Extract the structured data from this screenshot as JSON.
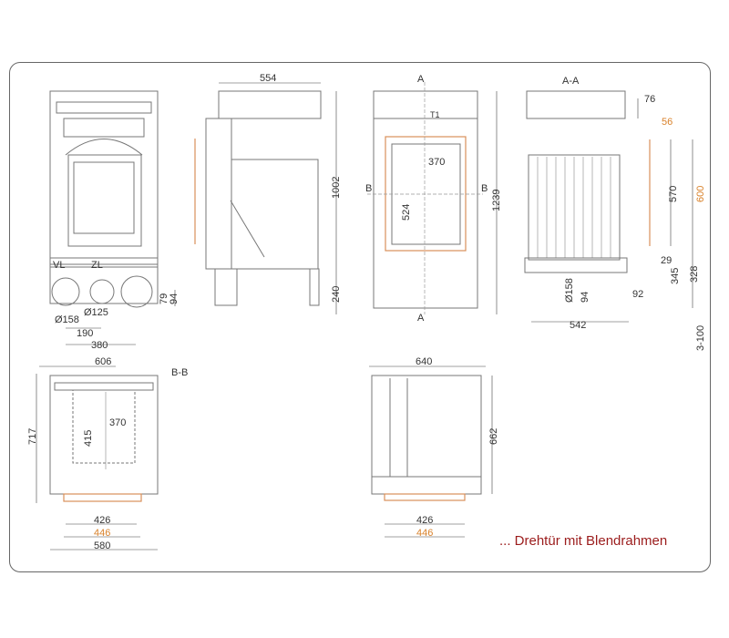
{
  "front_view": {
    "labels": {
      "vl": "VL",
      "zl": "ZL"
    },
    "dims": {
      "d158": "Ø158",
      "d125": "Ø125",
      "w190": "190",
      "w380": "380",
      "h79": "79",
      "h94": "94"
    }
  },
  "side_view": {
    "dims": {
      "w554": "554",
      "h1002": "1002",
      "h240": "240"
    }
  },
  "front_door_view": {
    "labels": {
      "a_top": "A",
      "a_bottom": "A",
      "b_left": "B",
      "b_right": "B",
      "t1": "T1"
    },
    "dims": {
      "w370": "370",
      "h524": "524",
      "h1239": "1239"
    }
  },
  "section_aa": {
    "title": "A-A",
    "dims": {
      "d76": "76",
      "d56": "56",
      "h570": "570",
      "h600": "600",
      "d29": "29",
      "h345": "345",
      "h328": "328",
      "d158": "Ø158",
      "d94": "94",
      "d92": "92",
      "w542": "542",
      "h3_100": "3-100"
    }
  },
  "section_bb": {
    "title": "B-B",
    "dims": {
      "w606": "606",
      "h717": "717",
      "h415": "415",
      "w370": "370",
      "w426": "426",
      "w446": "446",
      "w580": "580"
    }
  },
  "top_view": {
    "dims": {
      "w640": "640",
      "h662": "662",
      "w426": "426",
      "w446": "446"
    }
  },
  "legend": "... Drehtür mit Blendrahmen",
  "colors": {
    "door_frame": "#d9822b",
    "legend": "#9b1c1c"
  }
}
